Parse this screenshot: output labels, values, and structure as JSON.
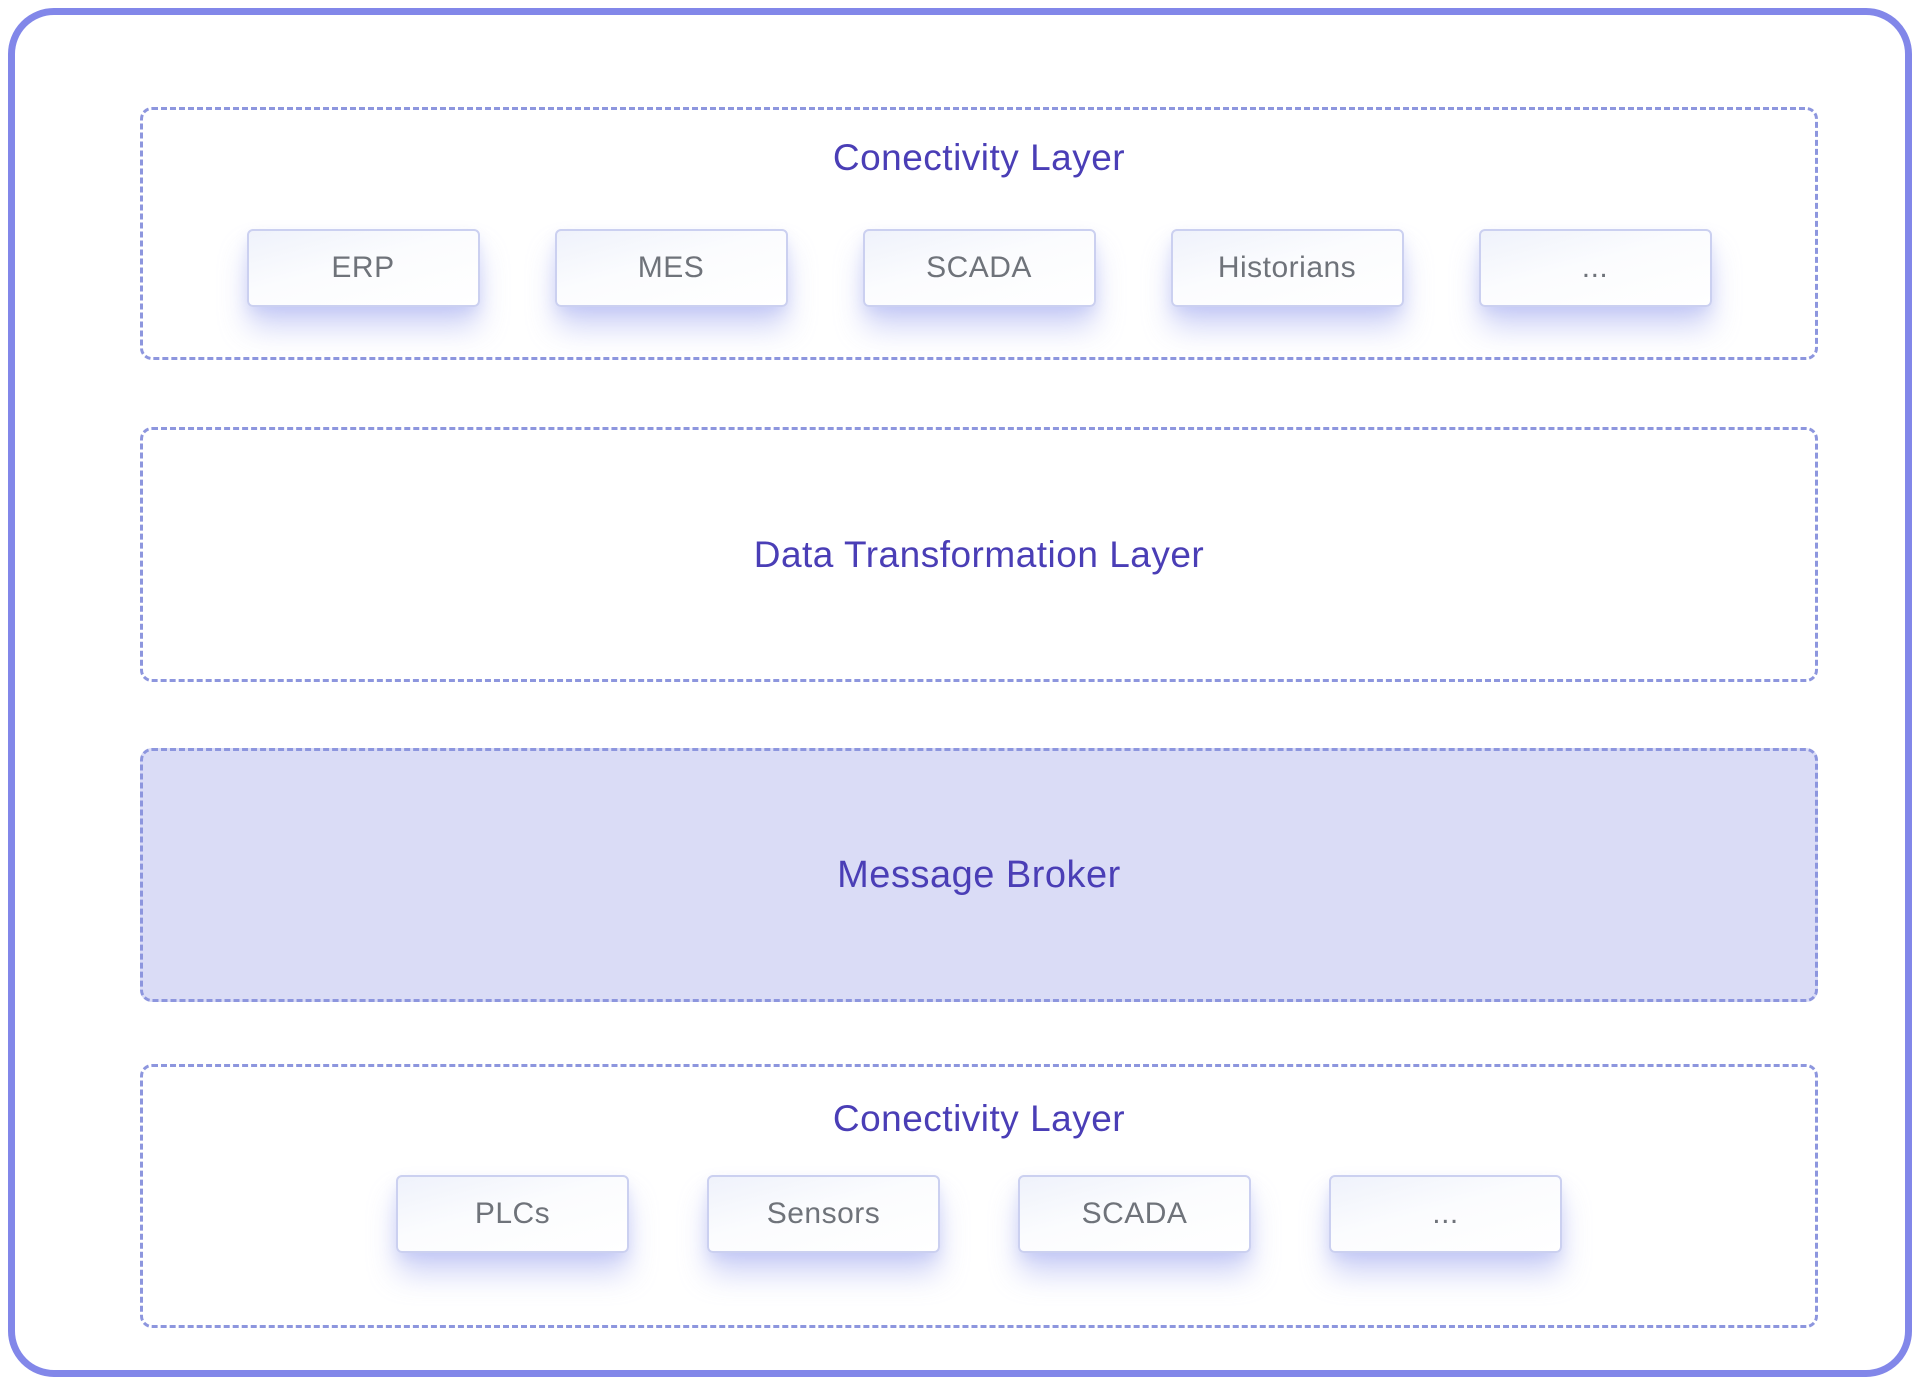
{
  "diagram": {
    "sections": {
      "connectivity_top": {
        "title": "Conectivity Layer",
        "items": [
          "ERP",
          "MES",
          "SCADA",
          "Historians",
          "..."
        ]
      },
      "data_transformation": {
        "title": "Data Transformation Layer"
      },
      "message_broker": {
        "title": "Message Broker"
      },
      "connectivity_bottom": {
        "title": "Conectivity Layer",
        "items": [
          "PLCs",
          "Sensors",
          "SCADA",
          "..."
        ]
      }
    }
  },
  "colors": {
    "frame_border": "#8287e9",
    "dashed_border": "#8d96de",
    "title_text": "#4a3eb6",
    "node_text": "#6f737a",
    "node_border": "#cbd0f0",
    "broker_fill": "#dadcf6"
  }
}
